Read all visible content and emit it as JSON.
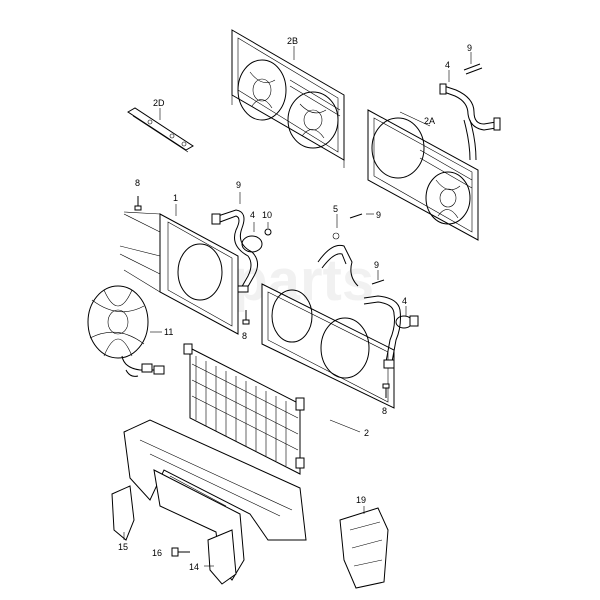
{
  "diagram": {
    "labels": {
      "p1": "1",
      "p2": "2",
      "p2A": "2A",
      "p2B": "2B",
      "p2D": "2D",
      "p4a": "4",
      "p4b": "4",
      "p4c": "4",
      "p5": "5",
      "p8a": "8",
      "p8b": "8",
      "p8c": "8",
      "p9a": "9",
      "p9b": "9",
      "p9c": "9",
      "p9d": "9",
      "p10": "10",
      "p11": "11",
      "p14": "14",
      "p15": "15",
      "p16": "16",
      "p19": "19"
    },
    "watermark": "7parts"
  }
}
